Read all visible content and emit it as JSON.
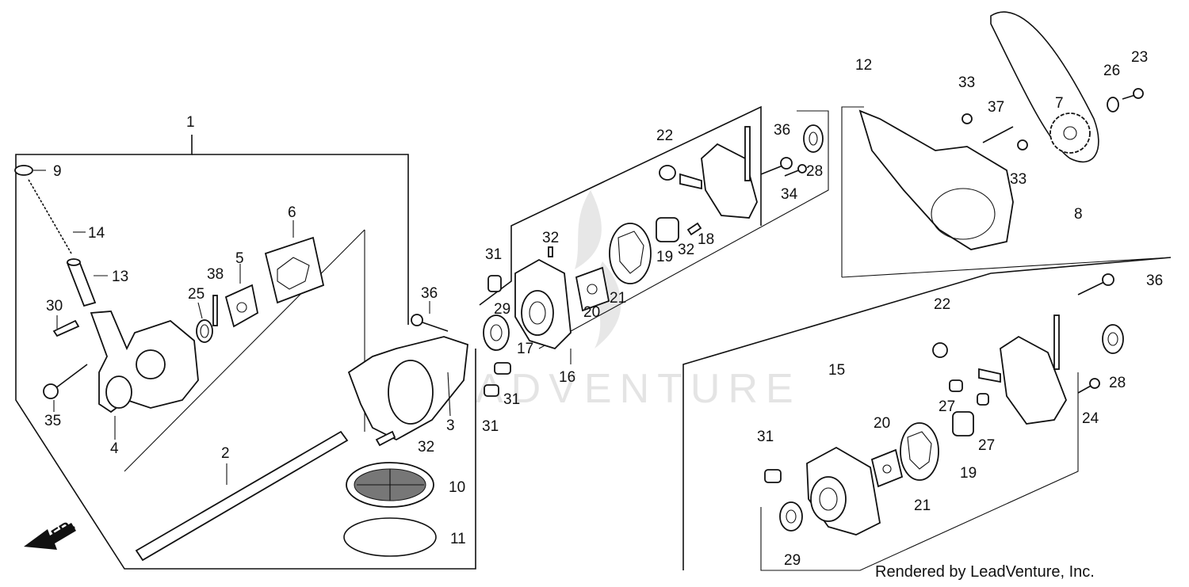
{
  "watermark": "ADVENTURE",
  "credit": "Rendered by LeadVenture, Inc.",
  "direction_marker": "FR.",
  "callouts": {
    "c1": "1",
    "c2": "2",
    "c3": "3",
    "c4": "4",
    "c5": "5",
    "c6": "6",
    "c7": "7",
    "c8": "8",
    "c9": "9",
    "c10": "10",
    "c11": "11",
    "c12": "12",
    "c13": "13",
    "c14": "14",
    "c15": "15",
    "c16": "16",
    "c17": "17",
    "c18": "18",
    "c19a": "19",
    "c19b": "19",
    "c20a": "20",
    "c20b": "20",
    "c21a": "21",
    "c21b": "21",
    "c22a": "22",
    "c22b": "22",
    "c23": "23",
    "c24": "24",
    "c25": "25",
    "c26": "26",
    "c27a": "27",
    "c27b": "27",
    "c28a": "28",
    "c28b": "28",
    "c29a": "29",
    "c29b": "29",
    "c30": "30",
    "c31a": "31",
    "c31b": "31",
    "c31c": "31",
    "c31d": "31",
    "c32a": "32",
    "c32b": "32",
    "c32c": "32",
    "c33a": "33",
    "c33b": "33",
    "c34": "34",
    "c35": "35",
    "c36a": "36",
    "c36b": "36",
    "c36c": "36",
    "c37": "37",
    "c38": "38"
  }
}
